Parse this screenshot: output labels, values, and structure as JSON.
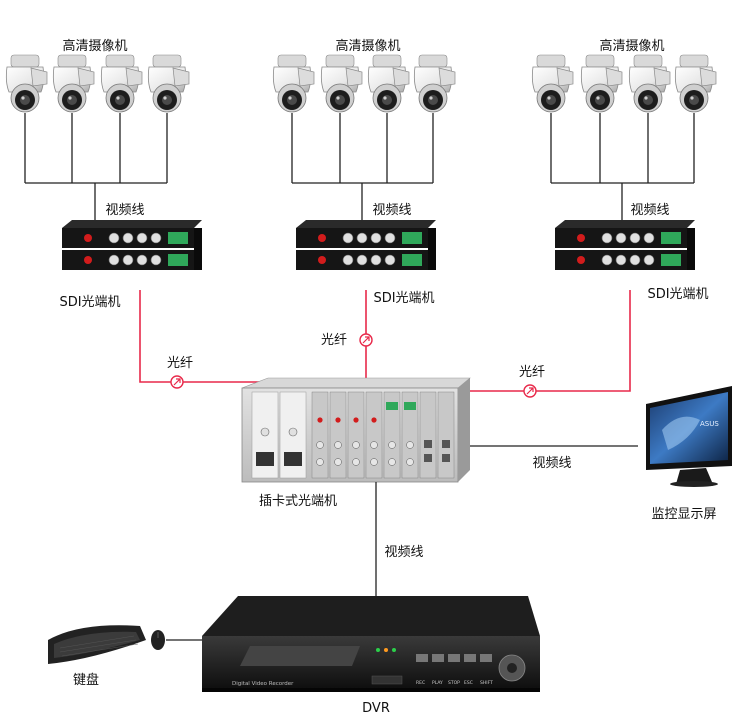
{
  "camera_groups": [
    {
      "label": "高清摄像机"
    },
    {
      "label": "高清摄像机"
    },
    {
      "label": "高清摄像机"
    }
  ],
  "video_cable_label": "视频线",
  "sdi_transceiver_label": "SDI光端机",
  "fiber_label": "光纤",
  "card_rack_label": "插卡式光端机",
  "monitor_label": "监控显示屏",
  "keyboard_label": "键盘",
  "dvr_label": "DVR",
  "dvr_front_text": "Digital Video Recorder",
  "monitor_brand": "ASUS",
  "dvr_buttons": [
    "REC",
    "PLAY",
    "STOP",
    "ESC",
    "SHIFT"
  ],
  "colors": {
    "fiber": "#e8294a",
    "wire": "#222222"
  }
}
